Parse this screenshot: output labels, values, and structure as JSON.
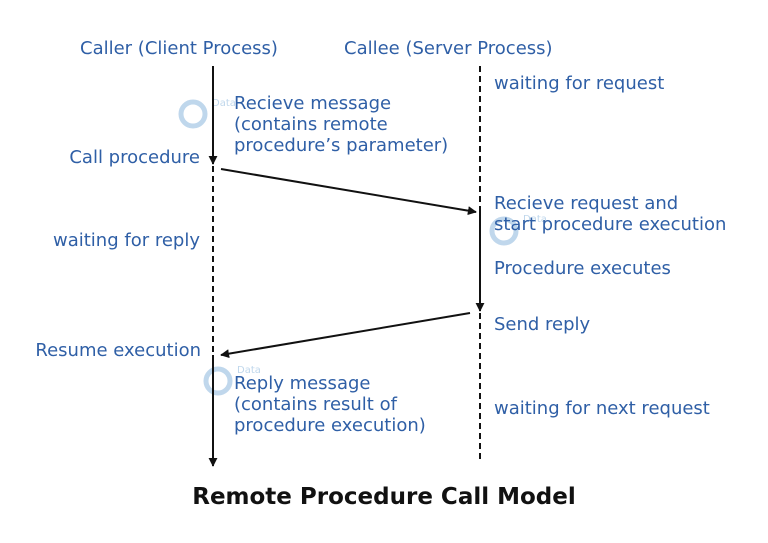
{
  "diagram": {
    "title": "Remote Procedure Call Model",
    "caller_heading": "Caller (Client Process)",
    "callee_heading": "Callee (Server Process)",
    "labels": {
      "call_procedure": "Call procedure",
      "waiting_for_reply": "waiting for reply",
      "resume_execution": "Resume execution",
      "receive_message": [
        "Recieve message",
        "(contains remote",
        "procedure’s parameter)"
      ],
      "waiting_for_request": "waiting for request",
      "receive_request": [
        "Recieve request and",
        "start procedure execution"
      ],
      "procedure_executes": "Procedure executes",
      "send_reply": "Send reply",
      "reply_message": [
        "Reply message",
        "(contains result of",
        "procedure execution)"
      ],
      "waiting_for_next_request": "waiting for next request"
    },
    "watermark_text": "Data",
    "colors": {
      "label": "#2f5fa6",
      "title": "#111111",
      "line": "#111111",
      "watermark": "#b9d3ea"
    }
  }
}
